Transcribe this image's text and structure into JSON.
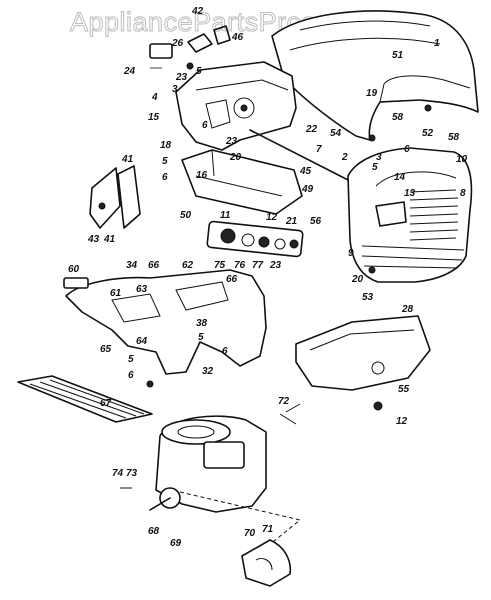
{
  "watermark": "AppliancePartsPros.com",
  "callouts": [
    {
      "id": "c1",
      "text": "1"
    },
    {
      "id": "c2",
      "text": "2"
    },
    {
      "id": "c3a",
      "text": "3"
    },
    {
      "id": "c3b",
      "text": "3"
    },
    {
      "id": "c4",
      "text": "4"
    },
    {
      "id": "c5a",
      "text": "5"
    },
    {
      "id": "c5b",
      "text": "5"
    },
    {
      "id": "c5c",
      "text": "5"
    },
    {
      "id": "c5d",
      "text": "5"
    },
    {
      "id": "c5e",
      "text": "5"
    },
    {
      "id": "c6a",
      "text": "6"
    },
    {
      "id": "c6b",
      "text": "6"
    },
    {
      "id": "c6c",
      "text": "6"
    },
    {
      "id": "c6d",
      "text": "6"
    },
    {
      "id": "c6e",
      "text": "6"
    },
    {
      "id": "c7",
      "text": "7"
    },
    {
      "id": "c8",
      "text": "8"
    },
    {
      "id": "c9",
      "text": "9"
    },
    {
      "id": "c10",
      "text": "10"
    },
    {
      "id": "c11",
      "text": "11"
    },
    {
      "id": "c12a",
      "text": "12"
    },
    {
      "id": "c12b",
      "text": "12"
    },
    {
      "id": "c13",
      "text": "13"
    },
    {
      "id": "c14",
      "text": "14"
    },
    {
      "id": "c15",
      "text": "15"
    },
    {
      "id": "c16",
      "text": "16"
    },
    {
      "id": "c18",
      "text": "18"
    },
    {
      "id": "c19",
      "text": "19"
    },
    {
      "id": "c20a",
      "text": "20"
    },
    {
      "id": "c20b",
      "text": "20"
    },
    {
      "id": "c21",
      "text": "21"
    },
    {
      "id": "c22",
      "text": "22"
    },
    {
      "id": "c23a",
      "text": "23"
    },
    {
      "id": "c23b",
      "text": "23"
    },
    {
      "id": "c23c",
      "text": "23"
    },
    {
      "id": "c24",
      "text": "24"
    },
    {
      "id": "c26",
      "text": "26"
    },
    {
      "id": "c28",
      "text": "28"
    },
    {
      "id": "c32",
      "text": "32"
    },
    {
      "id": "c34",
      "text": "34"
    },
    {
      "id": "c38",
      "text": "38"
    },
    {
      "id": "c41a",
      "text": "41"
    },
    {
      "id": "c41b",
      "text": "41"
    },
    {
      "id": "c42",
      "text": "42"
    },
    {
      "id": "c43",
      "text": "43"
    },
    {
      "id": "c45",
      "text": "45"
    },
    {
      "id": "c46",
      "text": "46"
    },
    {
      "id": "c49",
      "text": "49"
    },
    {
      "id": "c50",
      "text": "50"
    },
    {
      "id": "c51",
      "text": "51"
    },
    {
      "id": "c52",
      "text": "52"
    },
    {
      "id": "c53",
      "text": "53"
    },
    {
      "id": "c54",
      "text": "54"
    },
    {
      "id": "c55",
      "text": "55"
    },
    {
      "id": "c56",
      "text": "56"
    },
    {
      "id": "c58a",
      "text": "58"
    },
    {
      "id": "c58b",
      "text": "58"
    },
    {
      "id": "c60",
      "text": "60"
    },
    {
      "id": "c61",
      "text": "61"
    },
    {
      "id": "c62",
      "text": "62"
    },
    {
      "id": "c63",
      "text": "63"
    },
    {
      "id": "c64",
      "text": "64"
    },
    {
      "id": "c65",
      "text": "65"
    },
    {
      "id": "c66a",
      "text": "66"
    },
    {
      "id": "c66b",
      "text": "66"
    },
    {
      "id": "c67",
      "text": "67"
    },
    {
      "id": "c68",
      "text": "68"
    },
    {
      "id": "c69",
      "text": "69"
    },
    {
      "id": "c70",
      "text": "70"
    },
    {
      "id": "c71",
      "text": "71"
    },
    {
      "id": "c72",
      "text": "72"
    },
    {
      "id": "c73",
      "text": "73"
    },
    {
      "id": "c74",
      "text": "74"
    },
    {
      "id": "c75",
      "text": "75"
    },
    {
      "id": "c76",
      "text": "76"
    },
    {
      "id": "c77",
      "text": "77"
    }
  ]
}
